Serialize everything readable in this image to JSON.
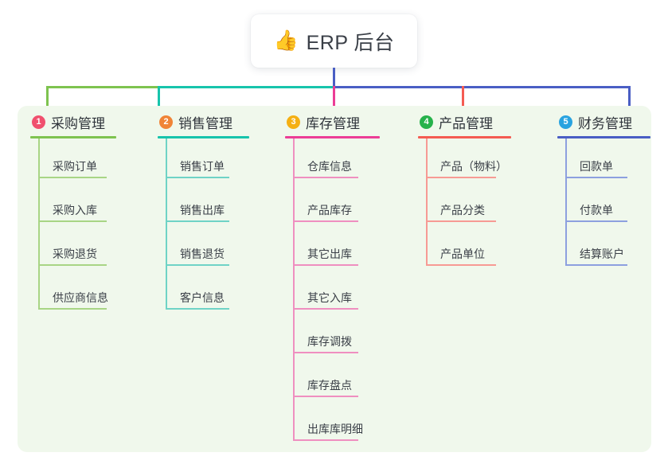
{
  "root": {
    "icon": "thumbs-up-icon",
    "icon_glyph": "👍",
    "title": "ERP 后台"
  },
  "theme": {
    "page_bg": "#ffffff",
    "panel_bg": "#f0f8ec",
    "card_bg": "#ffffff",
    "stem_color": "#4a5ec4",
    "text_color": "#3a3f47"
  },
  "columns": [
    {
      "index": "1",
      "title": "采购管理",
      "badge_color": "#f0506e",
      "line_color": "#7ec34f",
      "leaf_line_color": "#a8d585",
      "items": [
        "采购订单",
        "采购入库",
        "采购退货",
        "供应商信息"
      ]
    },
    {
      "index": "2",
      "title": "销售管理",
      "badge_color": "#f08437",
      "line_color": "#17c4ac",
      "leaf_line_color": "#6fd3c6",
      "items": [
        "销售订单",
        "销售出库",
        "销售退货",
        "客户信息"
      ]
    },
    {
      "index": "3",
      "title": "库存管理",
      "badge_color": "#f5b013",
      "line_color": "#ec3d96",
      "leaf_line_color": "#ef8fc0",
      "items": [
        "仓库信息",
        "产品库存",
        "其它出库",
        "其它入库",
        "库存调拨",
        "库存盘点",
        "出库库明细"
      ]
    },
    {
      "index": "4",
      "title": "产品管理",
      "badge_color": "#26b24b",
      "line_color": "#f45b52",
      "leaf_line_color": "#f79a94",
      "items": [
        "产品（物料）",
        "产品分类",
        "产品单位"
      ]
    },
    {
      "index": "5",
      "title": "财务管理",
      "badge_color": "#29a3e0",
      "line_color": "#4a5ec4",
      "leaf_line_color": "#8da0df",
      "items": [
        "回款单",
        "付款单",
        "结算账户"
      ]
    }
  ],
  "connectors": {
    "segments": [
      {
        "name": "segment-green",
        "color": "#7ec34f"
      },
      {
        "name": "segment-teal",
        "color": "#17c4ac"
      },
      {
        "name": "segment-blue",
        "color": "#4a5ec4"
      }
    ],
    "drops": [
      {
        "name": "drop-purchase",
        "color": "#7ec34f"
      },
      {
        "name": "drop-sales",
        "color": "#17c4ac"
      },
      {
        "name": "drop-inventory",
        "color": "#ec3d96"
      },
      {
        "name": "drop-product",
        "color": "#f45b52"
      },
      {
        "name": "drop-finance",
        "color": "#4a5ec4"
      }
    ]
  }
}
